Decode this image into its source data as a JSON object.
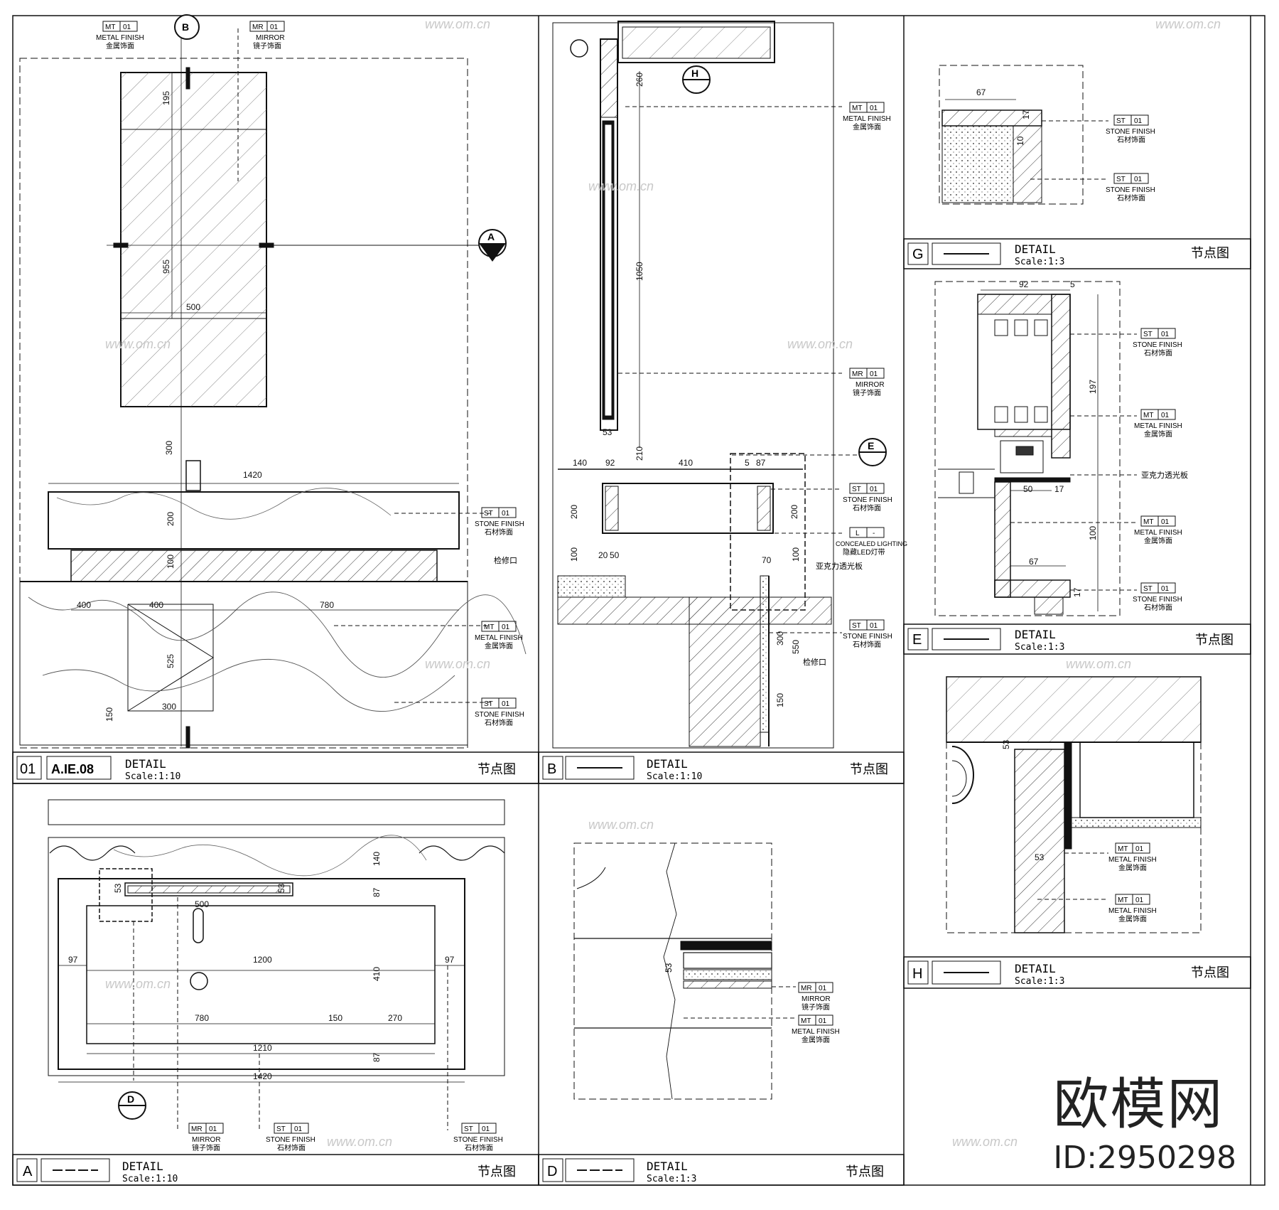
{
  "panels": {
    "p01": {
      "code": "01",
      "ref": "A.IE.08",
      "title": "DETAIL",
      "scale": "Scale:1:10",
      "cn": "节点图"
    },
    "pB": {
      "code": "B",
      "title": "DETAIL",
      "scale": "Scale:1:10",
      "cn": "节点图"
    },
    "pA": {
      "code": "A",
      "title": "DETAIL",
      "scale": "Scale:1:10",
      "cn": "节点图"
    },
    "pD": {
      "code": "D",
      "title": "DETAIL",
      "scale": "Scale:1:3",
      "cn": "节点图"
    },
    "pG": {
      "code": "G",
      "title": "DETAIL",
      "scale": "Scale:1:3",
      "cn": "节点图"
    },
    "pE": {
      "code": "E",
      "title": "DETAIL",
      "scale": "Scale:1:3",
      "cn": "节点图"
    },
    "pH": {
      "code": "H",
      "title": "DETAIL",
      "scale": "Scale:1:3",
      "cn": "节点图"
    }
  },
  "tags": {
    "mt": {
      "code": "MT",
      "num": "01",
      "en": "METAL FINISH",
      "cn": "金属饰面"
    },
    "mr": {
      "code": "MR",
      "num": "01",
      "en": "MIRROR",
      "cn": "镜子饰面"
    },
    "st": {
      "code": "ST",
      "num": "01",
      "en": "STONE FINISH",
      "cn": "石材饰面"
    },
    "l": {
      "code": "L",
      "num": "-",
      "en": "CONCEALED LIGHTING",
      "cn": "隐藏LED灯带"
    }
  },
  "notes": {
    "access": "检修口",
    "acrylic": "亚克力透光板"
  },
  "markers": {
    "A": "A",
    "B": "B",
    "D": "D",
    "E": "E",
    "H": "H"
  },
  "dims": {
    "p01": [
      "195",
      "955",
      "500",
      "300",
      "1420",
      "200",
      "100",
      "400",
      "400",
      "780",
      "525",
      "150",
      "300"
    ],
    "pB": [
      "260",
      "1050",
      "53",
      "210",
      "140",
      "92",
      "410",
      "5",
      "87",
      "200",
      "200",
      "100",
      "20",
      "50",
      "70",
      "100",
      "300",
      "550",
      "150"
    ],
    "pA": [
      "140",
      "87",
      "53",
      "53",
      "500",
      "97",
      "1200",
      "97",
      "410",
      "780",
      "150",
      "270",
      "1210",
      "87",
      "1420"
    ],
    "pD": [
      "53"
    ],
    "pG": [
      "67",
      "17",
      "10"
    ],
    "pE": [
      "92",
      "5",
      "197",
      "50",
      "17",
      "100",
      "67",
      "17"
    ],
    "pH": [
      "53",
      "53"
    ]
  },
  "watermark": {
    "brand": "欧模网",
    "id": "ID:2950298",
    "site": "www.om.cn"
  }
}
